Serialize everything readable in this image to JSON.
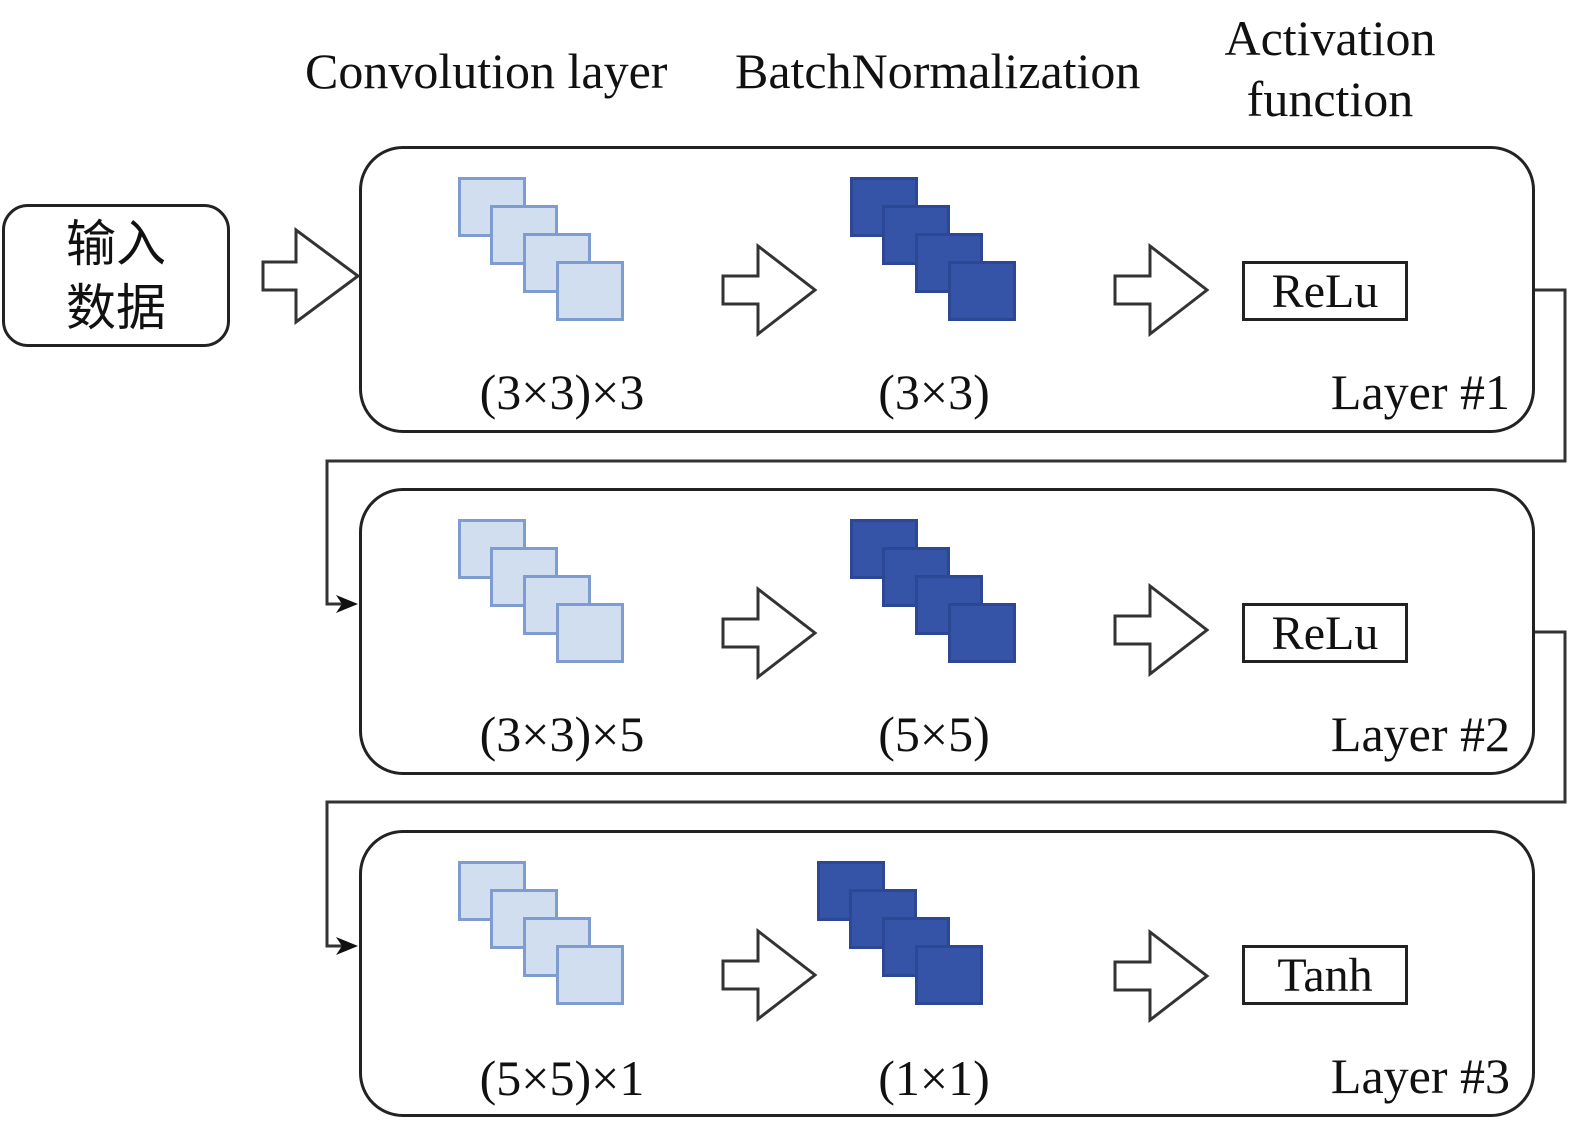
{
  "headers": {
    "conv": "Convolution layer",
    "bn": "BatchNormalization",
    "activation": "Activation function"
  },
  "input": {
    "label": "输入数据"
  },
  "layers": [
    {
      "name": "Layer #1",
      "conv_size": "(3×3)×3",
      "bn_size": "(3×3)",
      "activation": "ReLu"
    },
    {
      "name": "Layer #2",
      "conv_size": "(3×3)×5",
      "bn_size": "(5×5)",
      "activation": "ReLu"
    },
    {
      "name": "Layer #3",
      "conv_size": "(5×5)×1",
      "bn_size": "(1×1)",
      "activation": "Tanh"
    }
  ],
  "colors": {
    "conv_fill": "#d0def0",
    "conv_stroke": "#7e9cd0",
    "bn_fill": "#3553a7",
    "outline": "#222222"
  }
}
